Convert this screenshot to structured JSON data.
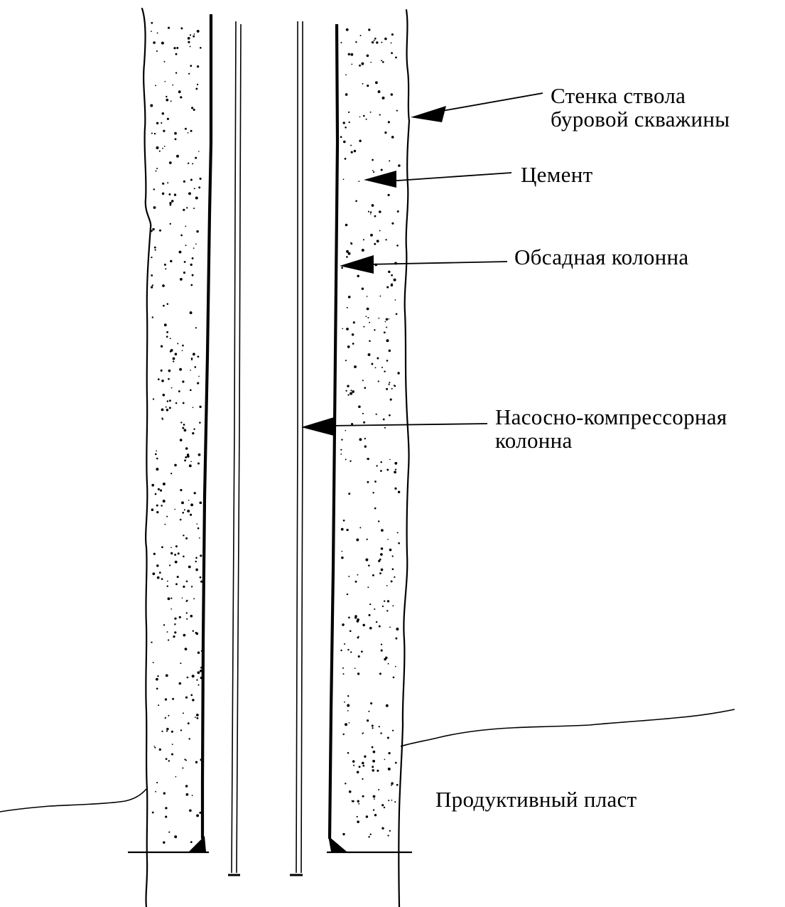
{
  "labels": {
    "borehole_wall_line1": "Стенка ствола",
    "borehole_wall_line2": "буровой скважины",
    "cement": "Цемент",
    "casing": "Обсадная колонна",
    "tubing_line1": "Насосно-компрессорная",
    "tubing_line2": "колонна",
    "formation": "Продуктивный пласт"
  }
}
